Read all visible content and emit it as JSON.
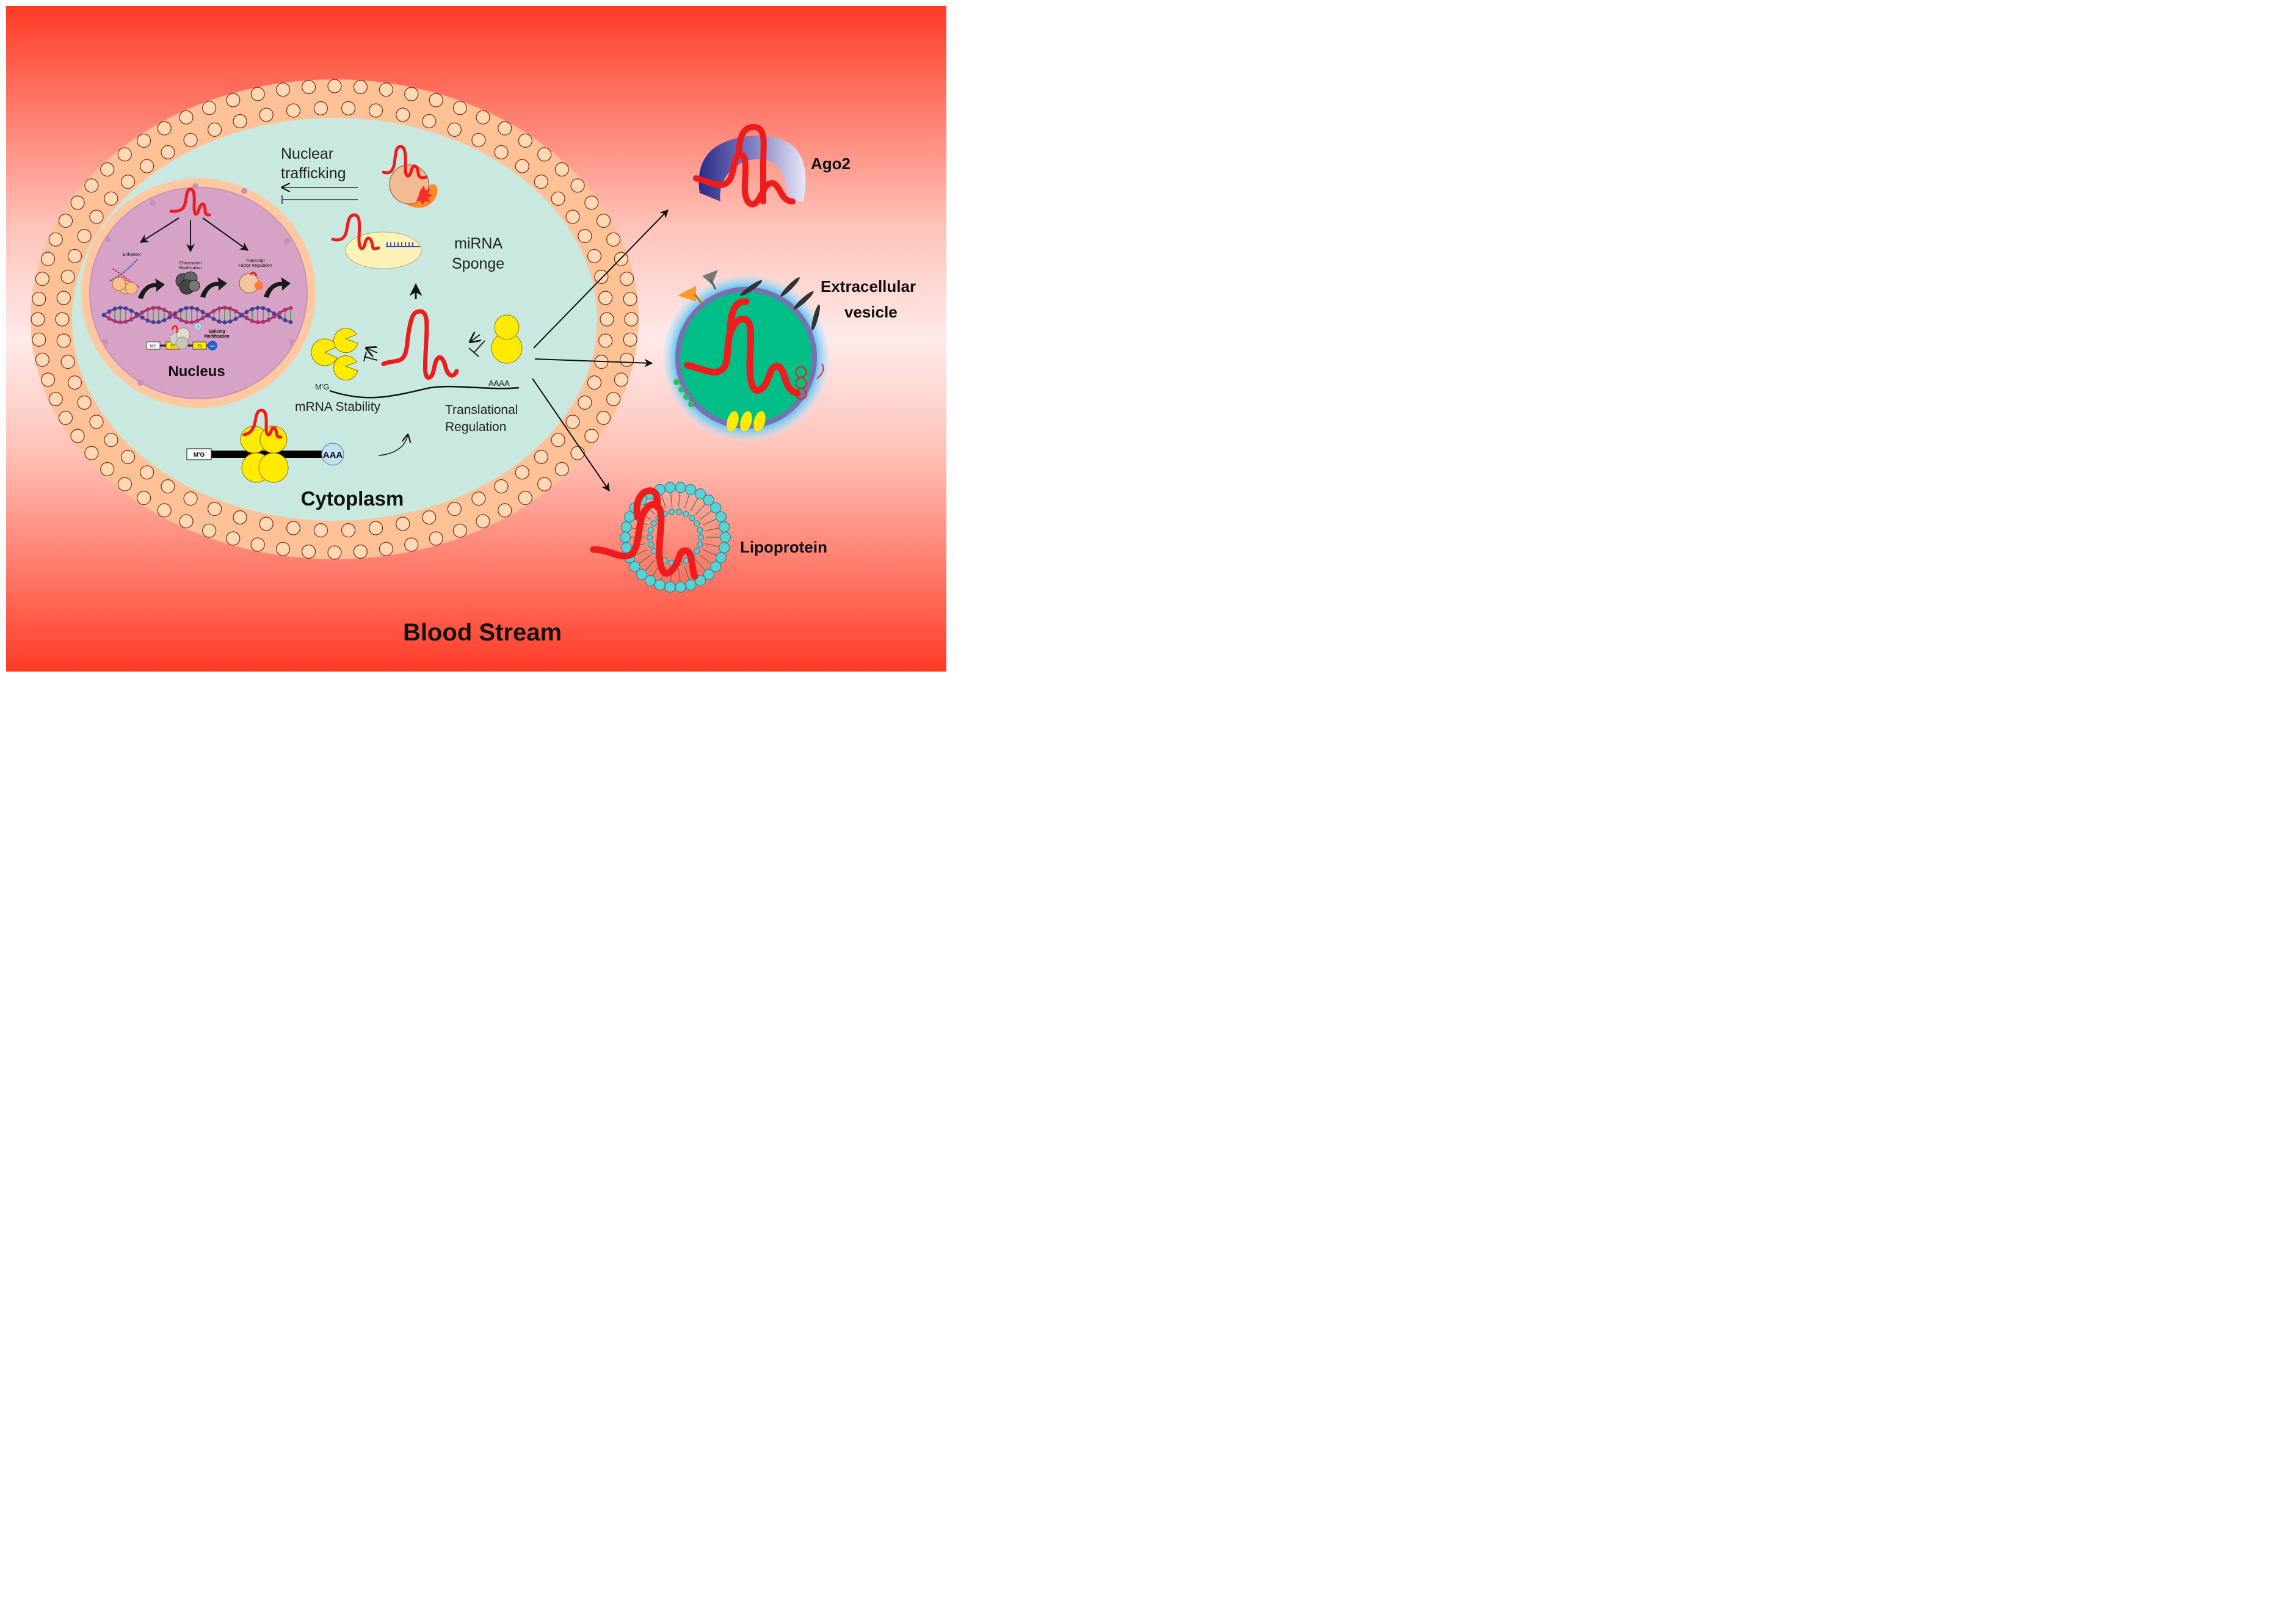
{
  "colors": {
    "blood_edge": "#ff3b26",
    "blood_mid": "#ffb9b0",
    "blood_center": "#ffecec",
    "membrane_band": "#ffc296",
    "membrane_bead": "#ffd9b5",
    "membrane_bead_stroke": "#7a2a1a",
    "cytoplasm": "#c8e8e0",
    "nucleus_envelope": "#ffc8a0",
    "nucleus_inner": "#d6a2c6",
    "circrna": "#ee1c1c",
    "ribosome": "#ffea00",
    "lipoprotein_bead": "#5ad1d4",
    "vesicle_core": "#00bf86",
    "vesicle_halo": "#36b7f2"
  },
  "labels": {
    "blood_stream": "Blood Stream",
    "cytoplasm": "Cytoplasm",
    "nucleus": "Nucleus",
    "nuclear_trafficking_line1": "Nuclear",
    "nuclear_trafficking_line2": "trafficking",
    "mirna_sponge_line1": "miRNA",
    "mirna_sponge_line2": "Sponge",
    "mrna_stability": "mRNA Stability",
    "translational_regulation_line1": "Translational",
    "translational_regulation_line2": "Regulation",
    "cap": "M'G",
    "polya_tail": "AAAA",
    "cap_box": "M'G",
    "polya_box": "AAA",
    "enhancer": "Enhancer",
    "chromatin_line1": "Chromation",
    "chromatin_line2": "Modification",
    "tf_line1": "Transcript",
    "tf_line2": "Factor Regulation",
    "splicing_line1": "Splicing",
    "splicing_line2": "Modification",
    "splicing_d": "D",
    "gene_mg": "M'G",
    "exon1": "E1",
    "exon2": "E2",
    "gene_tail": "AAA",
    "ago2": "Ago2",
    "extracellular_line1": "Extracellular",
    "extracellular_line2": "vesicle",
    "lipoprotein": "Lipoprotein"
  }
}
